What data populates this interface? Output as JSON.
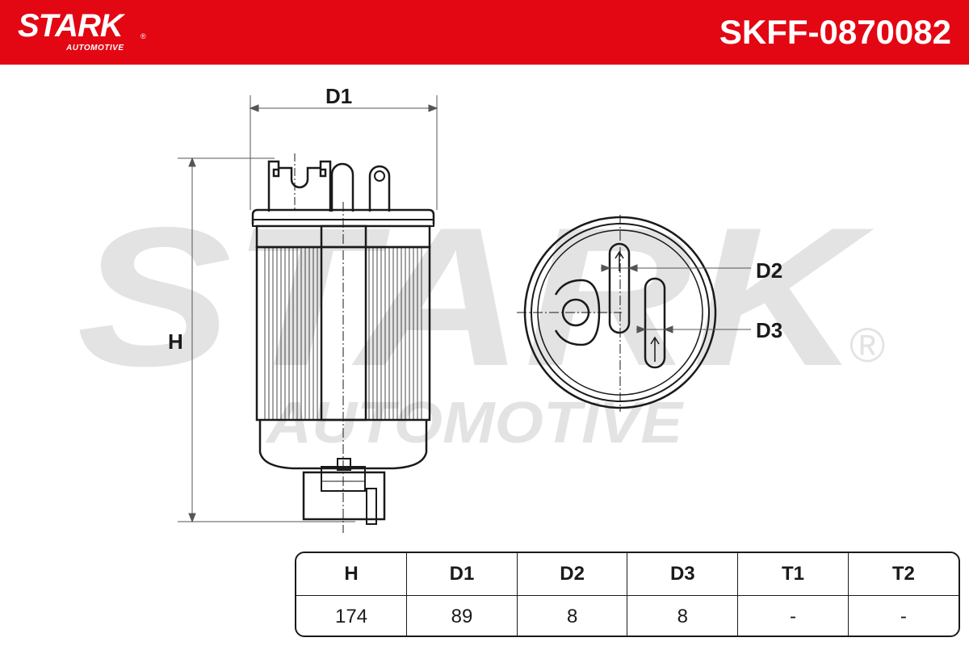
{
  "header": {
    "brand_name": "STARK",
    "brand_sub": "AUTOMOTIVE",
    "brand_reg": "®",
    "part_number": "SKFF-0870082",
    "bg_color": "#e30613"
  },
  "watermark": {
    "word1": "STARK",
    "word2": "AUTOMOTIVE",
    "reg": "®",
    "color": "#e3e3e3"
  },
  "drawing": {
    "label_d1": "D1",
    "label_h": "H",
    "label_d2": "D2",
    "label_d3": "D3"
  },
  "dimensions": {
    "headers": [
      "H",
      "D1",
      "D2",
      "D3",
      "T1",
      "T2"
    ],
    "values": [
      "174",
      "89",
      "8",
      "8",
      "-",
      "-"
    ]
  }
}
